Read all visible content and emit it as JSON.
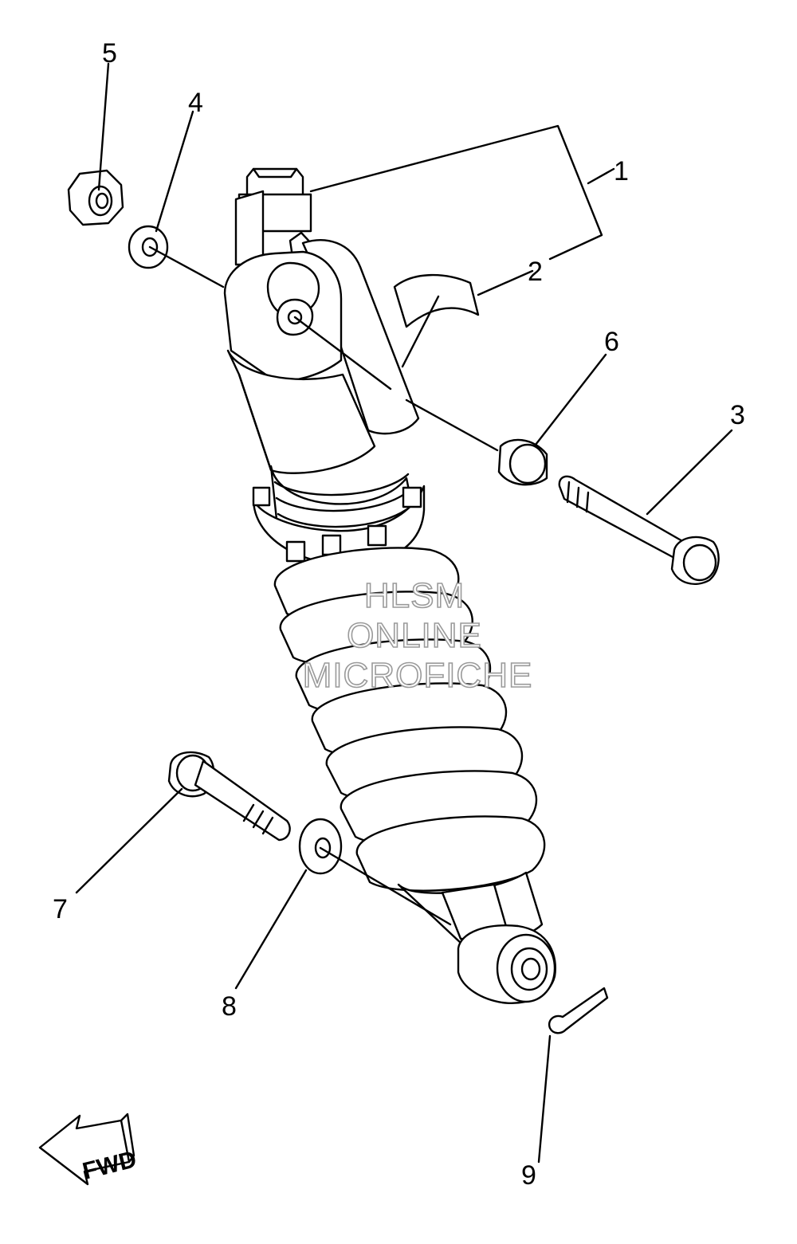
{
  "callouts": [
    {
      "id": "1",
      "label": "1"
    },
    {
      "id": "2",
      "label": "2"
    },
    {
      "id": "3",
      "label": "3"
    },
    {
      "id": "4",
      "label": "4"
    },
    {
      "id": "5",
      "label": "5"
    },
    {
      "id": "6",
      "label": "6"
    },
    {
      "id": "7",
      "label": "7"
    },
    {
      "id": "8",
      "label": "8"
    },
    {
      "id": "9",
      "label": "9"
    }
  ],
  "watermark": {
    "line1": "HLSM",
    "line2": "ONLINE",
    "line3": "MICROFICHE"
  },
  "direction_badge": {
    "label": "FWD"
  }
}
